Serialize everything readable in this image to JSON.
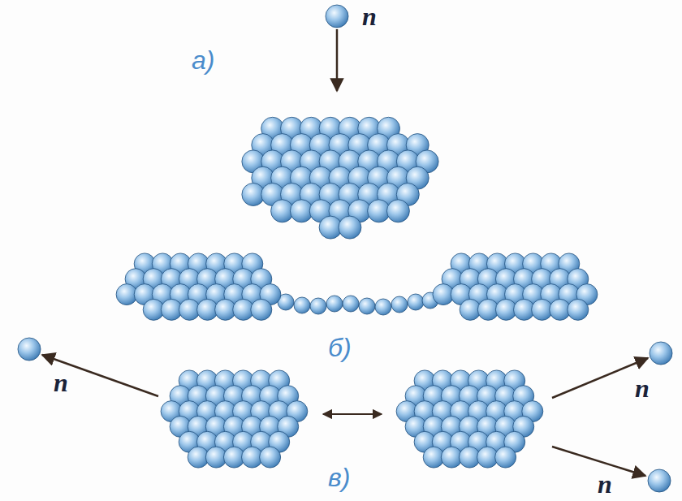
{
  "diagram": {
    "labels": [
      "n",
      "а)",
      "n",
      "б)",
      "n",
      "в)",
      "n"
    ]
  }
}
